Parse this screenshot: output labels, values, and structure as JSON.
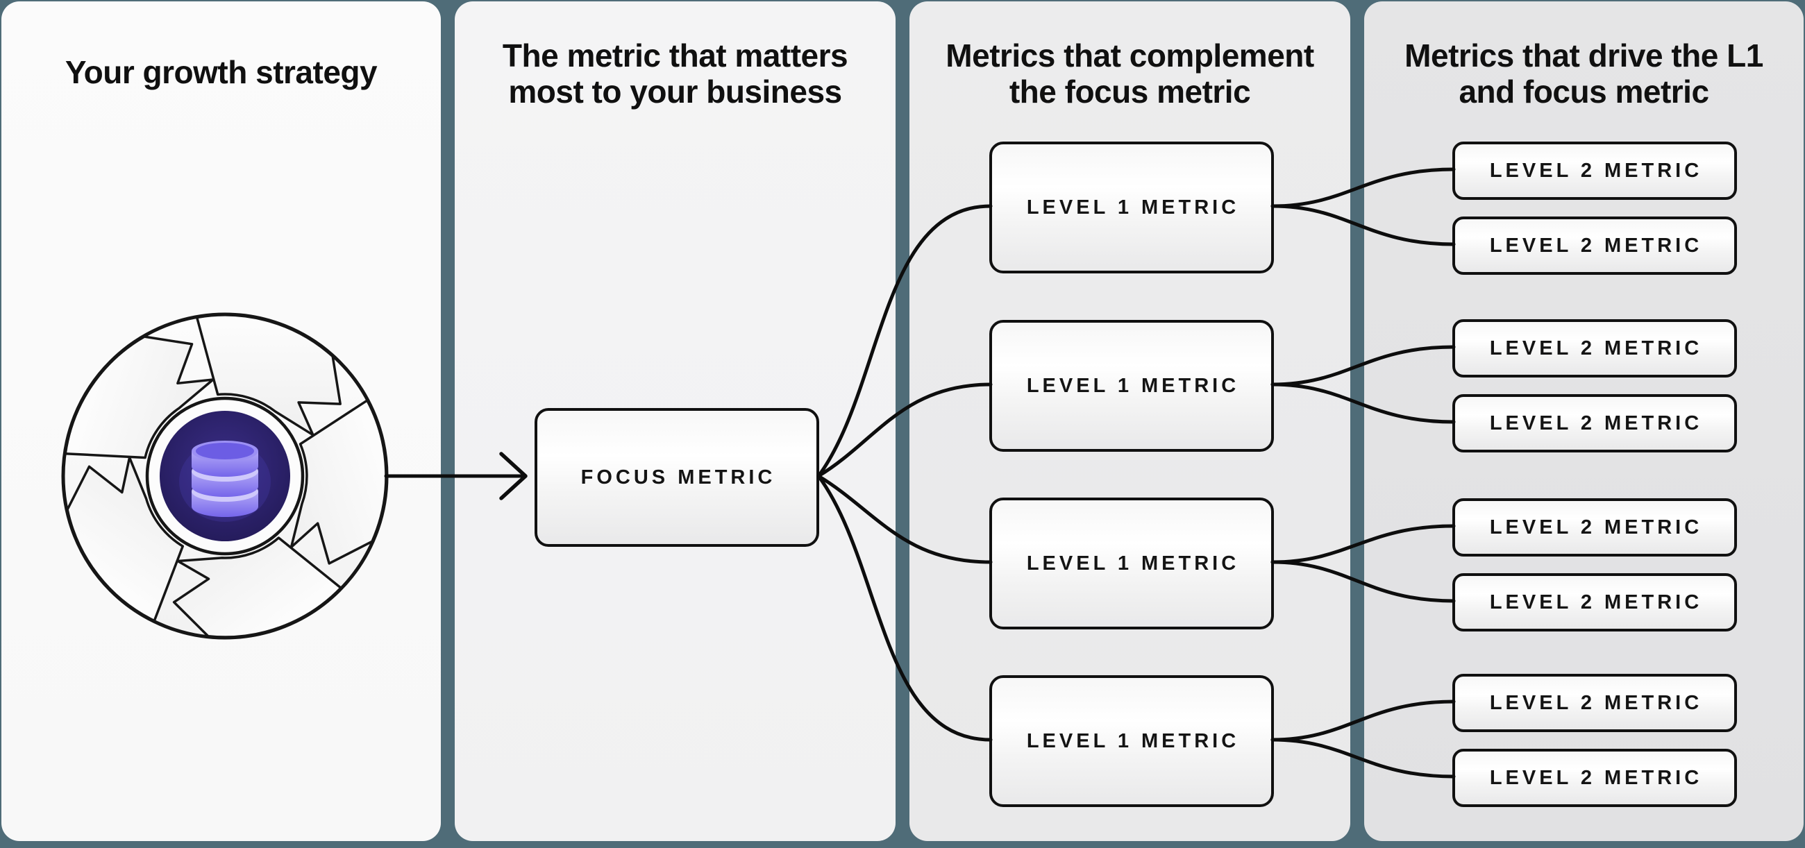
{
  "colors": {
    "background_teal": "#4f6c78",
    "panel_shades": [
      "#fafafa",
      "#f3f3f4",
      "#ebebec",
      "#e3e4e5"
    ],
    "box_border_black": "#101010",
    "connector_black": "#0d0d0d",
    "hub_purple_dark": "#241b5c",
    "hub_purple_light": "#3b2e87",
    "database_purple": "#8678f0",
    "database_purple_light": "#cfc9fb"
  },
  "panel1": {
    "title": "Your growth strategy",
    "icon": "flywheel-database-icon"
  },
  "panel2": {
    "title_line1": "The metric that matters",
    "title_line2": "most to your business",
    "focus_label": "FOCUS METRIC"
  },
  "panel3": {
    "title_line1": "Metrics that complement",
    "title_line2": "the focus metric",
    "l1_labels": [
      "LEVEL 1 METRIC",
      "LEVEL 1 METRIC",
      "LEVEL 1 METRIC",
      "LEVEL 1 METRIC"
    ]
  },
  "panel4": {
    "title_line1": "Metrics that drive the L1",
    "title_line2": "and focus metric",
    "l2_labels": [
      "LEVEL 2 METRIC",
      "LEVEL 2 METRIC",
      "LEVEL 2 METRIC",
      "LEVEL 2 METRIC",
      "LEVEL 2 METRIC",
      "LEVEL 2 METRIC",
      "LEVEL 2 METRIC",
      "LEVEL 2 METRIC"
    ]
  }
}
